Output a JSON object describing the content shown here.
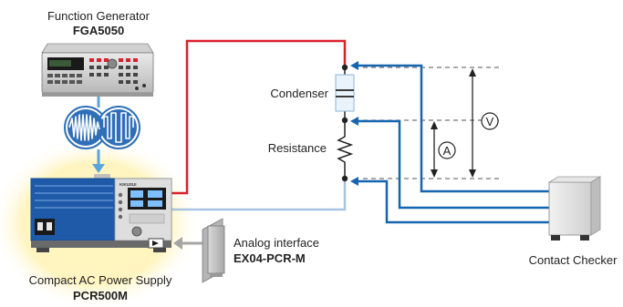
{
  "function_generator": {
    "title": "Function Generator",
    "model": "FGA5050"
  },
  "components": {
    "condenser": "Condenser",
    "resistance": "Resistance"
  },
  "meters": {
    "voltage": "V",
    "current": "A"
  },
  "power_supply": {
    "title": "Compact AC Power Supply",
    "model": "PCR500M",
    "brand": "KIKUSUI"
  },
  "analog_interface": {
    "title": "Analog interface",
    "model": "EX04-PCR-M"
  },
  "contact_checker": {
    "title": "Contact Checker"
  },
  "colors": {
    "red_wire": "#d8212c",
    "blue_wire": "#1565b0",
    "lightblue_wire": "#a8c4e0",
    "device_blue": "#1e5aa8",
    "glow": "#fff2b0",
    "waveform_bg": "#2f6fb8"
  }
}
